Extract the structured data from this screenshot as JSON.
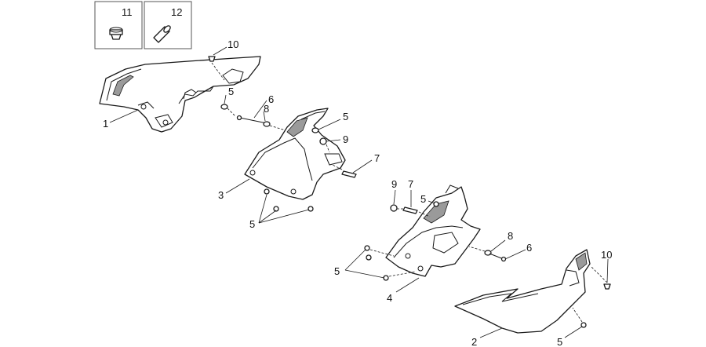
{
  "callouts": [
    {
      "id": "c11a",
      "label": "11"
    },
    {
      "id": "c12a",
      "label": "12"
    },
    {
      "id": "c10a",
      "label": "10"
    },
    {
      "id": "c5a",
      "label": "5"
    },
    {
      "id": "c6a",
      "label": "6"
    },
    {
      "id": "c8a",
      "label": "8"
    },
    {
      "id": "c5b",
      "label": "5"
    },
    {
      "id": "c9a",
      "label": "9"
    },
    {
      "id": "c1a",
      "label": "1"
    },
    {
      "id": "c7a",
      "label": "7"
    },
    {
      "id": "c3a",
      "label": "3"
    },
    {
      "id": "c5c",
      "label": "5"
    },
    {
      "id": "c9b",
      "label": "9"
    },
    {
      "id": "c7b",
      "label": "7"
    },
    {
      "id": "c5d",
      "label": "5"
    },
    {
      "id": "c8b",
      "label": "8"
    },
    {
      "id": "c6b",
      "label": "6"
    },
    {
      "id": "c10b",
      "label": "10"
    },
    {
      "id": "c5e",
      "label": "5"
    },
    {
      "id": "c4a",
      "label": "4"
    },
    {
      "id": "c2a",
      "label": "2"
    },
    {
      "id": "c5f",
      "label": "5"
    }
  ]
}
